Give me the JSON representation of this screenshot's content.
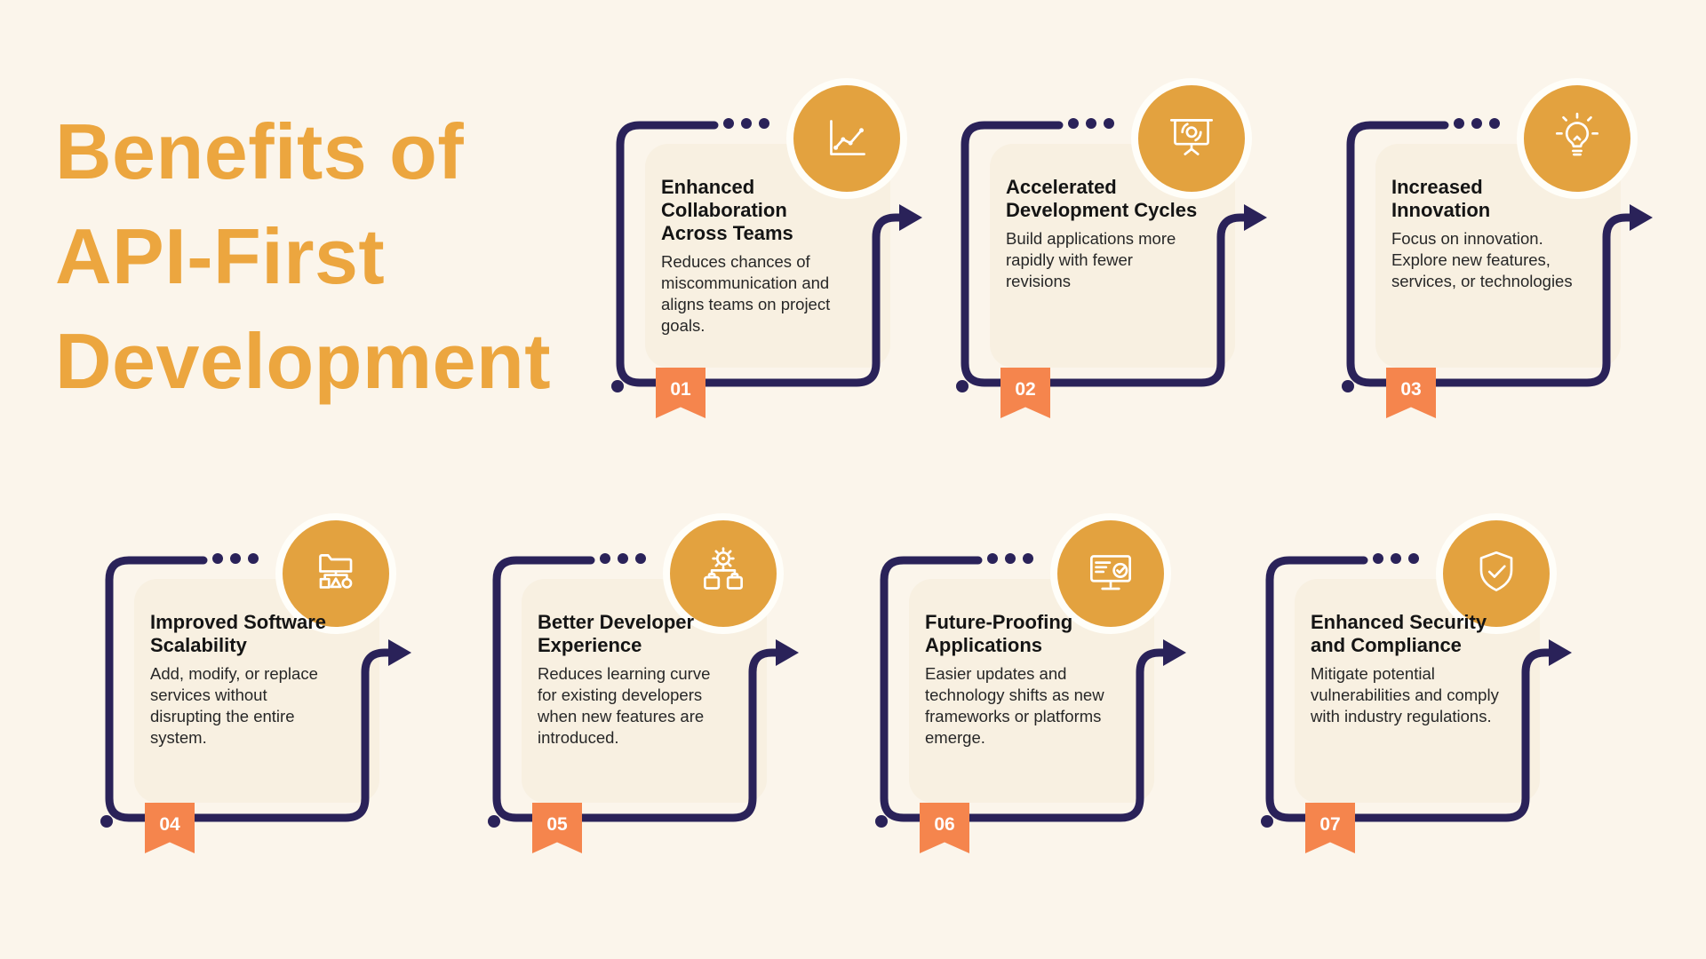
{
  "title": {
    "lines": [
      "Benefits of",
      "API-First",
      "Development"
    ]
  },
  "colors": {
    "background": "#FBF5EB",
    "card_fill": "#F8F0E1",
    "navy": "#2A2259",
    "icon_circle_gold": "#E3A23F",
    "title_gold": "#ECA63F",
    "ribbon_orange": "#F5854D",
    "icon_stroke": "#FFFFFF"
  },
  "cards": [
    {
      "number": "01",
      "icon": "growth-chart-icon",
      "title": "Enhanced Collaboration Across Teams",
      "description": "Reduces chances of miscommunication and aligns teams on project goals."
    },
    {
      "number": "02",
      "icon": "presentation-gear-icon",
      "title": "Accelerated Development Cycles",
      "description": "Build applications more rapidly with fewer revisions"
    },
    {
      "number": "03",
      "icon": "lightbulb-icon",
      "title": "Increased Innovation",
      "description": "Focus on innovation. Explore new features, services, or technologies"
    },
    {
      "number": "04",
      "icon": "folder-hierarchy-icon",
      "title": "Improved Software Scalability",
      "description": "Add, modify, or replace services without disrupting the entire system."
    },
    {
      "number": "05",
      "icon": "gear-modules-icon",
      "title": "Better Developer Experience",
      "description": "Reduces learning curve for existing developers when new features are introduced."
    },
    {
      "number": "06",
      "icon": "monitor-check-icon",
      "title": "Future-Proofing Applications",
      "description": "Easier updates and technology shifts as new frameworks or platforms emerge."
    },
    {
      "number": "07",
      "icon": "shield-check-icon",
      "title": "Enhanced Security and Compliance",
      "description": "Mitigate potential vulnerabilities and comply with industry regulations."
    }
  ]
}
